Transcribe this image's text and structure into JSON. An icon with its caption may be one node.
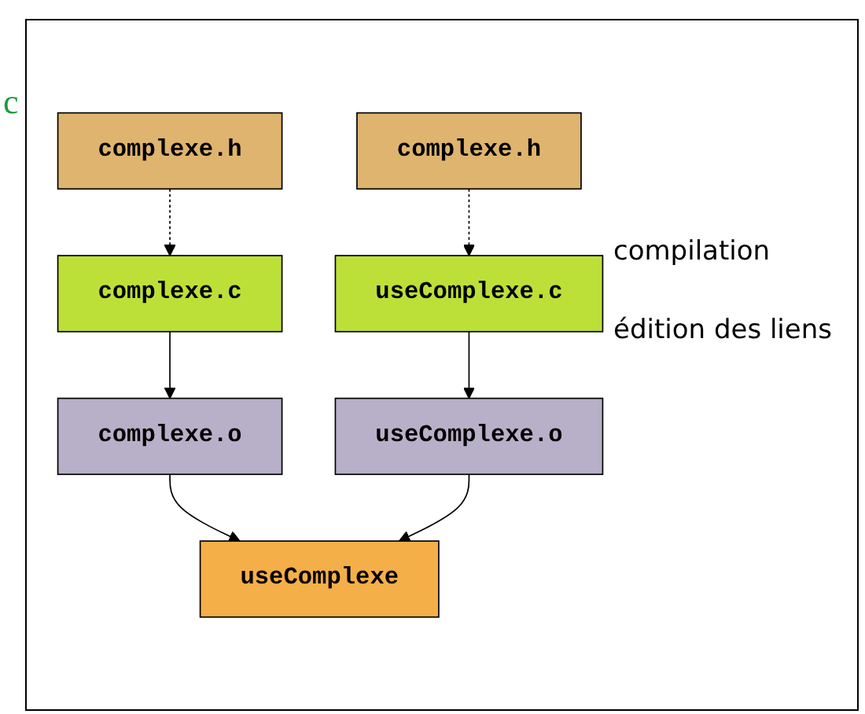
{
  "diagram": {
    "nodes": [
      {
        "text": [
          "complexe.h"
        ]
      },
      {
        "text": [
          "complexe.h"
        ]
      },
      {
        "text": [
          "complexe.c"
        ]
      },
      {
        "text": [
          "useComplexe.c"
        ]
      },
      {
        "text": [
          "complexe.o"
        ]
      },
      {
        "text": [
          "useComplexe.o"
        ]
      },
      {
        "text": [
          "useComplexe"
        ]
      }
    ],
    "edges": [
      {
        "from": 0,
        "to": 2,
        "arrow": "to",
        "style": "dashed"
      },
      {
        "from": 1,
        "to": 3,
        "arrow": "to",
        "style": "dashed"
      },
      {
        "from": 2,
        "to": 4,
        "arrow": "to"
      },
      {
        "from": 3,
        "to": 5,
        "arrow": "to"
      },
      {
        "from": 4,
        "to": 6,
        "arrow": "to"
      },
      {
        "from": 5,
        "to": 6,
        "arrow": "to"
      }
    ],
    "labels": [
      "c",
      "compilation",
      "édition des liens"
    ]
  }
}
